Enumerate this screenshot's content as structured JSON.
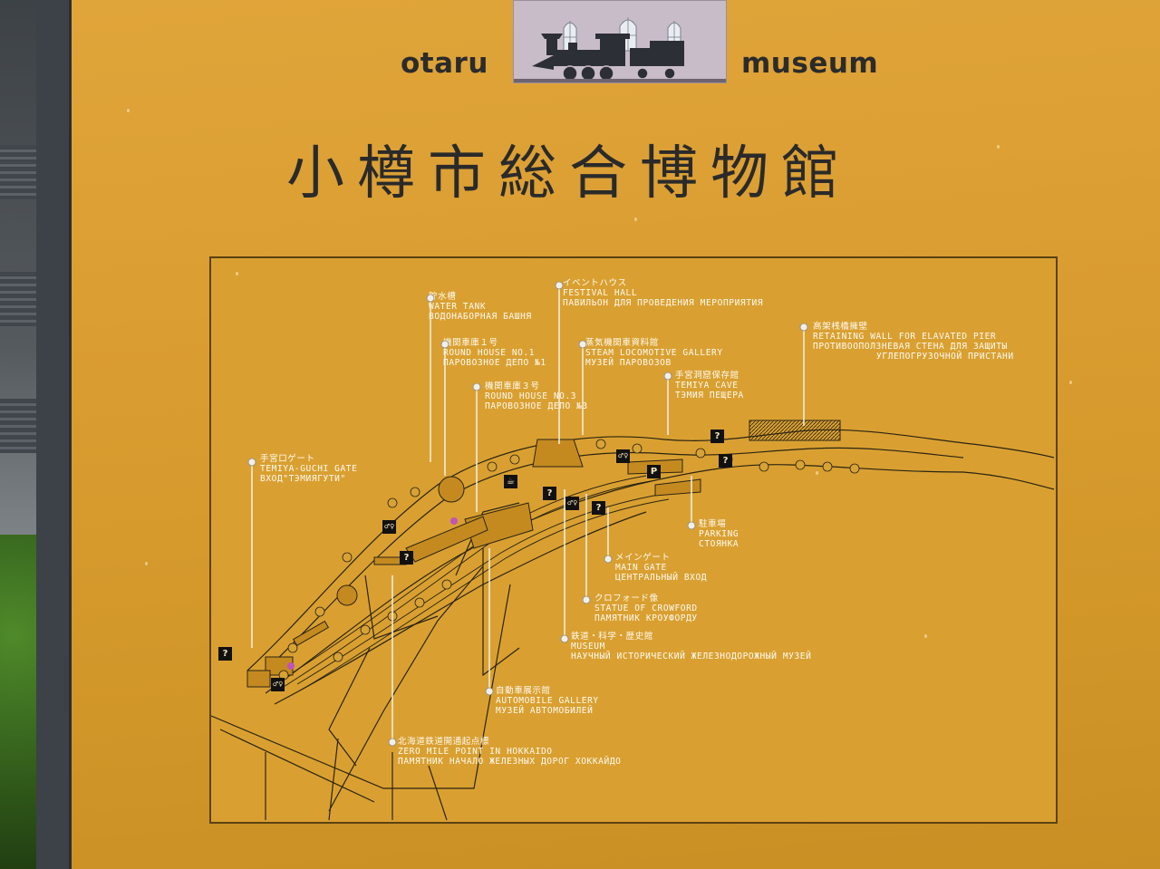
{
  "header": {
    "brand_left": "otaru",
    "brand_right": "museum",
    "title_jp": "小樽市総合博物館"
  },
  "locations": [
    {
      "id": "water-tank",
      "jp": "貯水槽",
      "en": "WATER TANK",
      "ru": "ВОДОНАБОРНАЯ БАШНЯ"
    },
    {
      "id": "festival-hall",
      "jp": "イベントハウス",
      "en": "FESTIVAL HALL",
      "ru": "ПАВИЛЬОН ДЛЯ ПРОВЕДЕНИЯ МЕРОПРИЯТИЯ"
    },
    {
      "id": "round-house-1",
      "jp": "機関車庫１号",
      "en": "ROUND HOUSE NO.1",
      "ru": "ПАРОВОЗНОЕ ДЕПО №1"
    },
    {
      "id": "round-house-3",
      "jp": "機関車庫３号",
      "en": "ROUND HOUSE NO.3",
      "ru": "ПАРОВОЗНОЕ ДЕПО №3"
    },
    {
      "id": "steam-gallery",
      "jp": "蒸気機関車資料館",
      "en": "STEAM LOCOMOTIVE GALLERY",
      "ru": "МУЗЕЙ ПАРОВОЗОВ"
    },
    {
      "id": "temiya-cave",
      "jp": "手宮洞窟保存館",
      "en": "TEMIYA CAVE",
      "ru": "ТЭМИЯ ПЕЩЕРА"
    },
    {
      "id": "retaining-wall",
      "jp": "高架桟橋擁壁",
      "en": "RETAINING WALL FOR ELAVATED PIER",
      "ru": "ПРОТИВООПОЛЗНЕВАЯ СТЕНА ДЛЯ ЗАЩИТЫ",
      "ru2": "УГЛЕПОГРУЗОЧНОЙ ПРИСТАНИ"
    },
    {
      "id": "temiya-gate",
      "jp": "手宮口ゲート",
      "en": "TEMIYA-GUCHI GATE",
      "ru": "ВХОД\"ТЭМИЯГУТИ\""
    },
    {
      "id": "parking",
      "jp": "駐車場",
      "en": "PARKING",
      "ru": "СТОЯНКА"
    },
    {
      "id": "main-gate",
      "jp": "メインゲート",
      "en": "MAIN GATE",
      "ru": "ЦЕНТРАЛЬНЫЙ ВХОД"
    },
    {
      "id": "crowford",
      "jp": "クロフォード像",
      "en": "STATUE OF CROWFORD",
      "ru": "ПАМЯТНИК КРОУФОРДУ"
    },
    {
      "id": "museum",
      "jp": "鉄道・科学・歴史館",
      "en": "MUSEUM",
      "ru": "НАУЧНЫЙ ИСТОРИЧЕСКИЙ ЖЕЛЕЗНОДОРОЖНЫЙ МУЗЕЙ"
    },
    {
      "id": "automobile",
      "jp": "自動車展示館",
      "en": "AUTOMOBILE GALLERY",
      "ru": "МУЗЕЙ АВТОМОБИЛЕЙ"
    },
    {
      "id": "zero-mile",
      "jp": "北海道鉄道開通起点標",
      "en": "ZERO MILE POINT IN HOKKAIDO",
      "ru": "ПАМЯТНИК НАЧАЛО ЖЕЛЕЗНЫХ ДОРОГ ХОККАЙДО"
    }
  ],
  "map_icons": {
    "parking": "P",
    "toilet": "♂♀",
    "info": "?",
    "rest": "☕"
  },
  "colors": {
    "board": "#d99c30",
    "frame": "#3c4247",
    "text_dark": "#2a2a2a",
    "label_text": "#fffaf0",
    "map_line": "#2b2412"
  }
}
